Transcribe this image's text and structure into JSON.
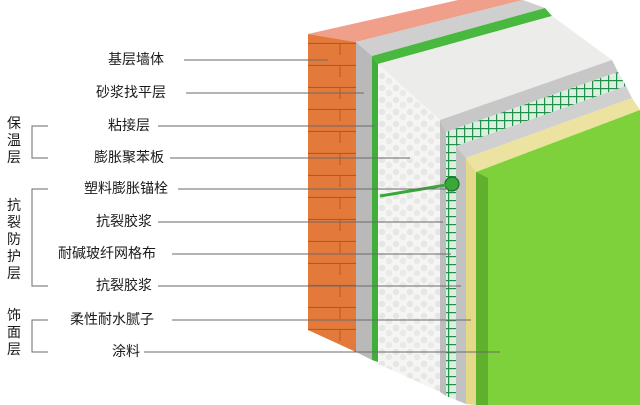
{
  "labels": {
    "base_wall": "基层墙体",
    "leveling": "砂浆找平层",
    "adhesive": "粘接层",
    "eps_board": "膨胀聚苯板",
    "anchor": "塑料膨胀锚栓",
    "crack_mortar_1": "抗裂胶浆",
    "mesh": "耐碱玻纤网格布",
    "crack_mortar_2": "抗裂胶浆",
    "putty": "柔性耐水腻子",
    "coating": "涂料"
  },
  "groups": {
    "insulation": "保温层",
    "anticrack": "抗裂防护层",
    "finish": "饰面层"
  },
  "colors": {
    "brick": "#e37a3b",
    "brick_top": "#f0a08a",
    "mortar": "#b9b9b9",
    "eps": "#f4f4f2",
    "adhesive_green": "#3fae3a",
    "mesh_green": "#1f8f4a",
    "putty": "#e4d98a",
    "coating": "#7ed13a"
  }
}
